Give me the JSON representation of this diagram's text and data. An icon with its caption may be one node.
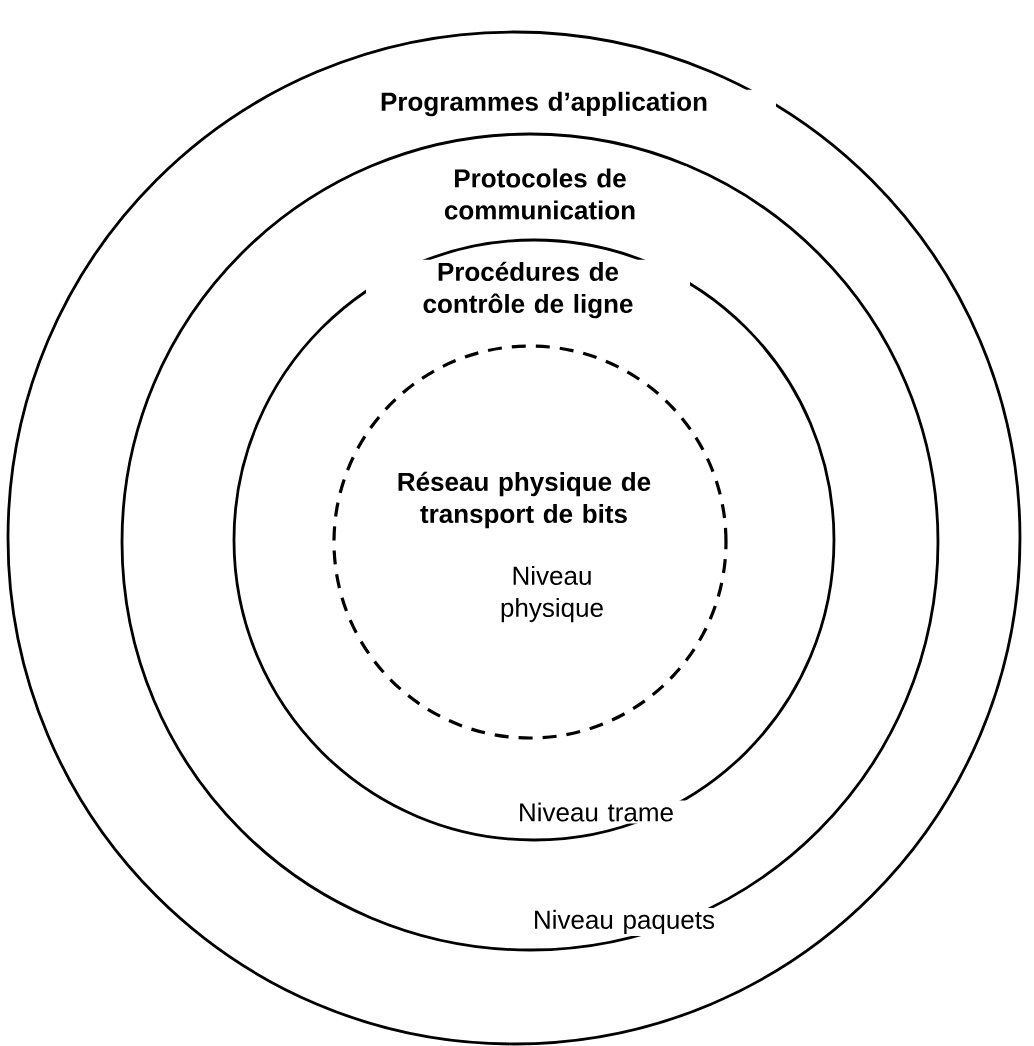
{
  "diagram": {
    "nodes": [
      {
        "text": [
          "Programmes d’application"
        ]
      },
      {
        "text": [
          "Protocoles de communication",
          "Niveau paquets"
        ],
        "in": 0
      },
      {
        "text": [
          "Procédures de contrôle de ligne",
          "Niveau trame"
        ],
        "in": 1
      },
      {
        "text": [
          "Réseau physique de transport de bits",
          "Niveau physique"
        ],
        "in": 2
      }
    ]
  }
}
